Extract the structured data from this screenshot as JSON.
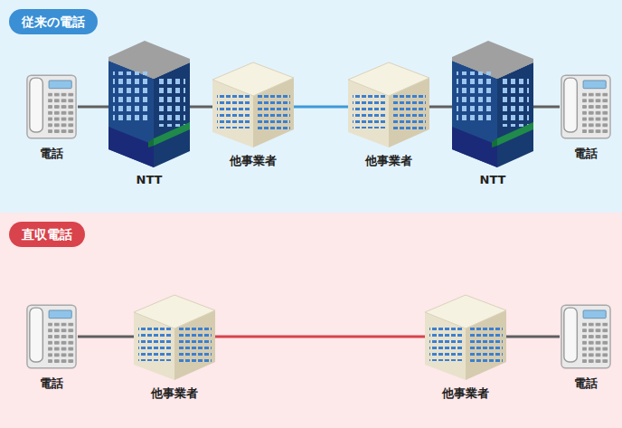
{
  "diagram": {
    "nodes": [
      {
        "text": [
          "従来の電話"
        ]
      },
      {
        "text": [
          "電話"
        ],
        "in": 0
      },
      {
        "text": [
          "NTT"
        ],
        "in": 0
      },
      {
        "text": [
          "他事業者"
        ],
        "in": 0
      },
      {
        "text": [
          "他事業者"
        ],
        "in": 0
      },
      {
        "text": [
          "NTT"
        ],
        "in": 0
      },
      {
        "text": [
          "電話"
        ],
        "in": 0
      },
      {
        "text": [
          "直収電話"
        ]
      },
      {
        "text": [
          "電話"
        ],
        "in": 7
      },
      {
        "text": [
          "他事業者"
        ],
        "in": 7
      },
      {
        "text": [
          "他事業者"
        ],
        "in": 7
      },
      {
        "text": [
          "電話"
        ],
        "in": 7
      }
    ],
    "edges": [
      {
        "from": 1,
        "to": 2,
        "arrow": "none"
      },
      {
        "from": 2,
        "to": 3,
        "arrow": "none"
      },
      {
        "from": 3,
        "to": 4,
        "arrow": "none"
      },
      {
        "from": 4,
        "to": 5,
        "arrow": "none"
      },
      {
        "from": 5,
        "to": 6,
        "arrow": "none"
      },
      {
        "from": 8,
        "to": 9,
        "arrow": "none"
      },
      {
        "from": 9,
        "to": 10,
        "arrow": "none"
      },
      {
        "from": 10,
        "to": 11,
        "arrow": "none"
      }
    ]
  }
}
